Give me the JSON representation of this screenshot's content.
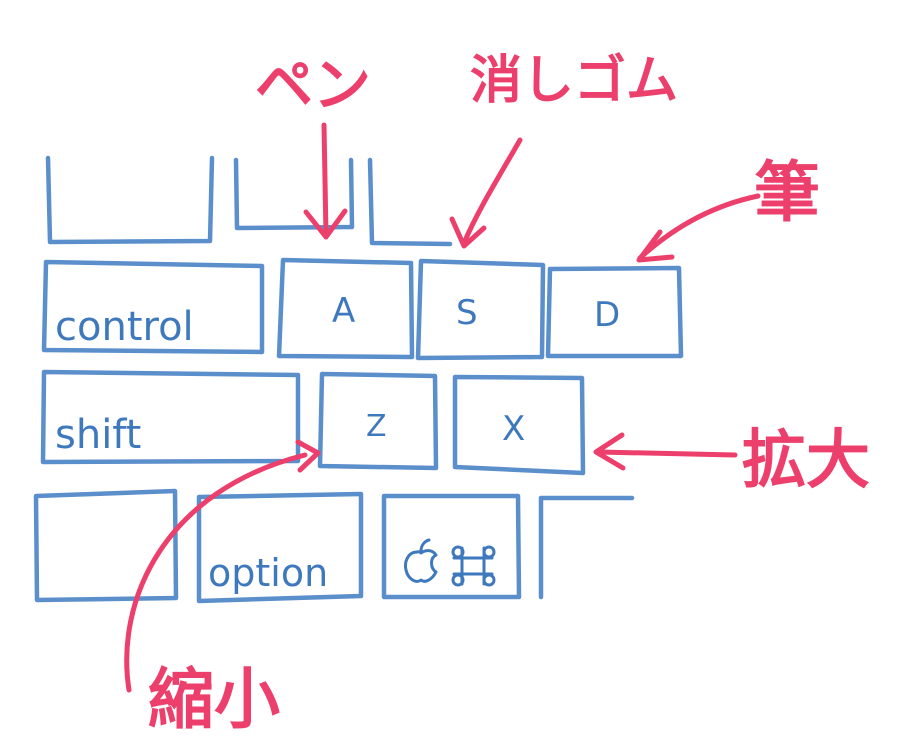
{
  "keys": {
    "control": "control",
    "a": "A",
    "s": "S",
    "d": "D",
    "shift": "shift",
    "z": "Z",
    "x": "X",
    "option": "option",
    "command_icon_name": "apple-command-icon"
  },
  "annotations": {
    "pen": "ペン",
    "eraser": "消しゴム",
    "brush": "筆",
    "zoom_in": "拡大",
    "zoom_out": "縮小"
  },
  "colors": {
    "key_stroke": "#5b8fcb",
    "key_text": "#3f79bd",
    "annotation": "#ec3f6c"
  }
}
